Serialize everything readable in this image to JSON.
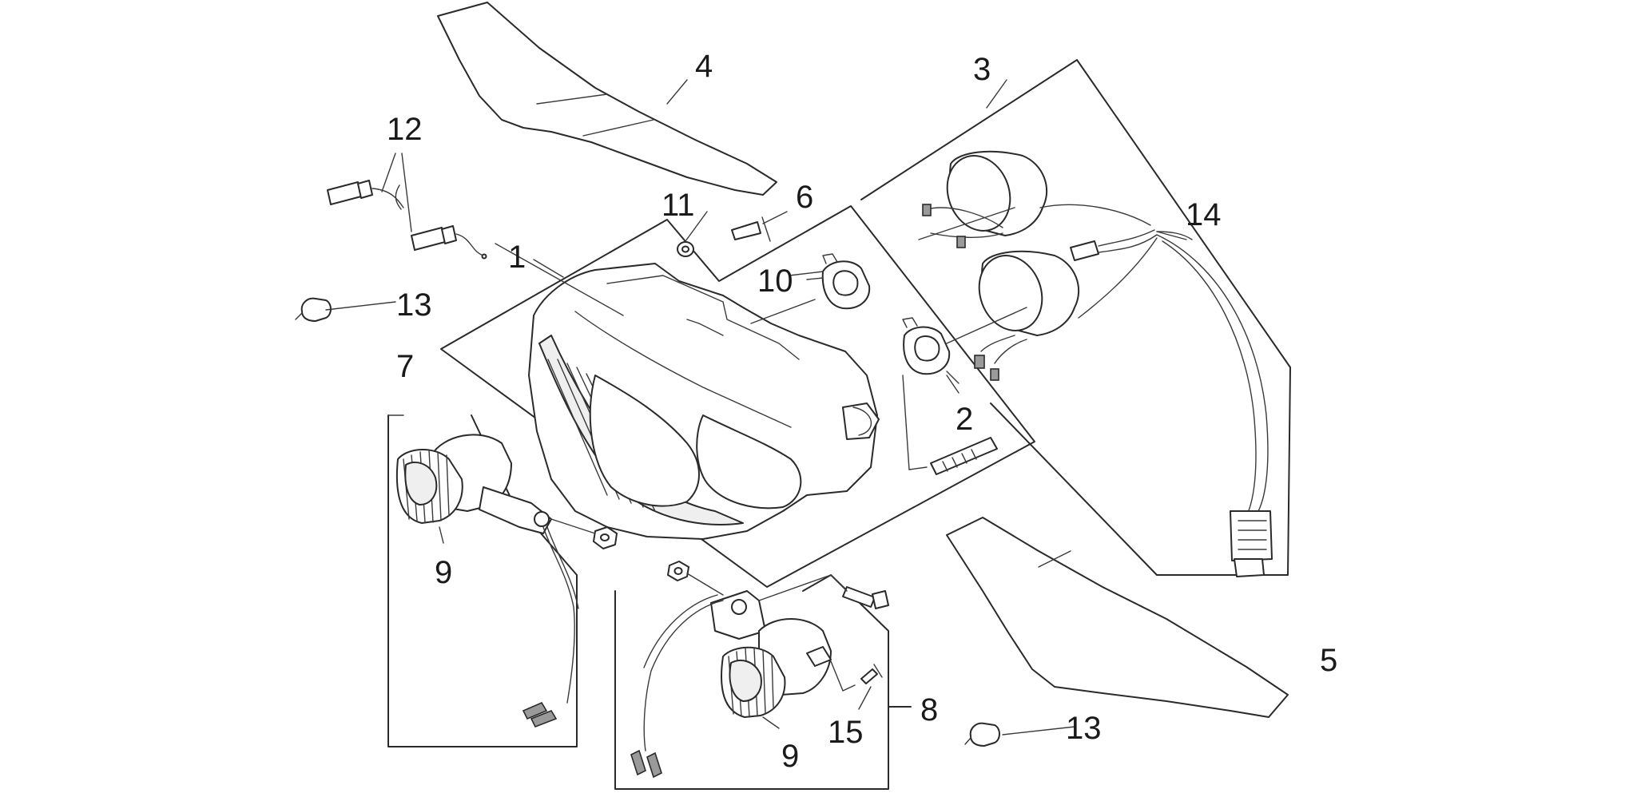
{
  "callouts": [
    {
      "id": "c1",
      "label": "1"
    },
    {
      "id": "c2",
      "label": "2"
    },
    {
      "id": "c3",
      "label": "3"
    },
    {
      "id": "c4",
      "label": "4"
    },
    {
      "id": "c5",
      "label": "5"
    },
    {
      "id": "c6",
      "label": "6"
    },
    {
      "id": "c7",
      "label": "7"
    },
    {
      "id": "c8",
      "label": "8"
    },
    {
      "id": "c9a",
      "label": "9"
    },
    {
      "id": "c9b",
      "label": "9"
    },
    {
      "id": "c10",
      "label": "10"
    },
    {
      "id": "c11",
      "label": "11"
    },
    {
      "id": "c12",
      "label": "12"
    },
    {
      "id": "c13a",
      "label": "13"
    },
    {
      "id": "c13b",
      "label": "13"
    },
    {
      "id": "c14",
      "label": "14"
    },
    {
      "id": "c15",
      "label": "15"
    }
  ]
}
